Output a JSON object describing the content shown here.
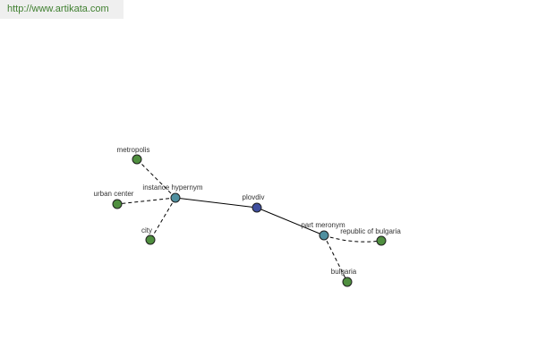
{
  "header": {
    "url": "http://www.artikata.com"
  },
  "colors": {
    "leaf_node": "#4f8f3f",
    "relation_node": "#4f8f9f",
    "center_node": "#3f4f9f"
  },
  "graph": {
    "nodes": {
      "metropolis": "metropolis",
      "urban_center": "urban center",
      "city": "city",
      "instance_hypernym": "instance hypernym",
      "plovdiv": "plovdiv",
      "part_meronym": "part meronym",
      "republic_of_bulgaria": "republic of bulgaria",
      "bulgaria": "bulgaria"
    }
  }
}
